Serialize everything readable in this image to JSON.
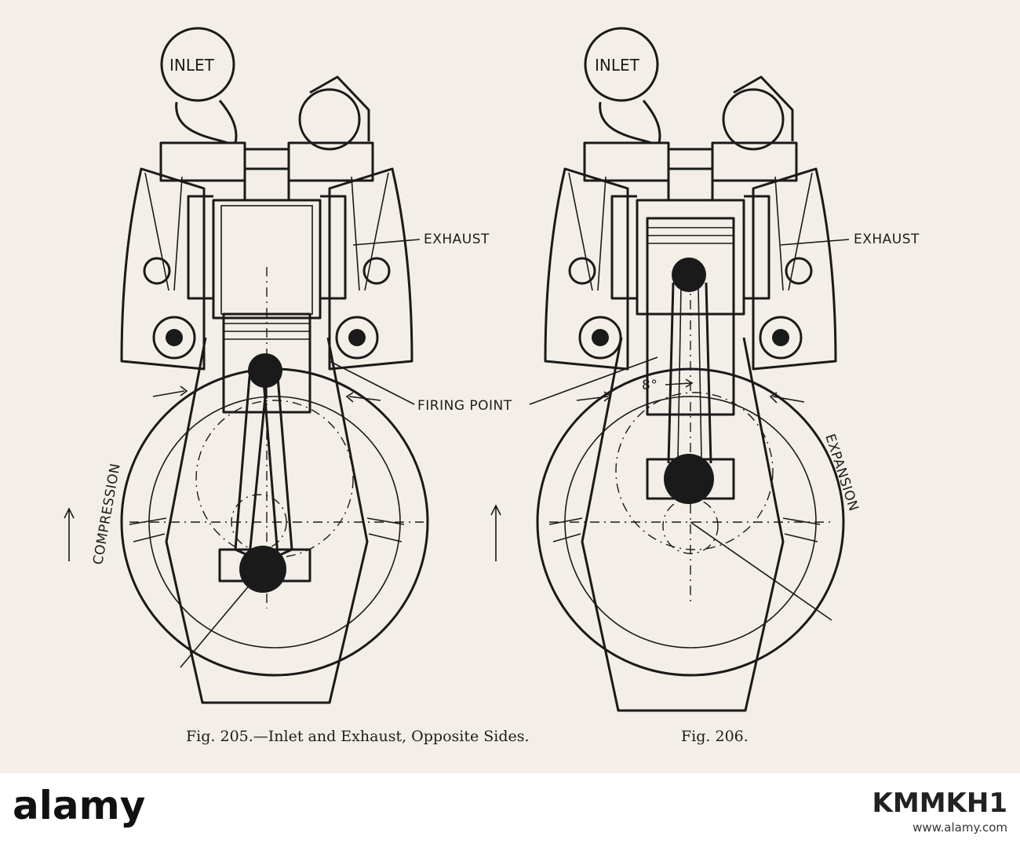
{
  "labels": {
    "inlet_left": "INLET",
    "inlet_right": "INLET",
    "exhaust_left": "EXHAUST",
    "exhaust_right": "EXHAUST",
    "firing_point": "FIRING POINT",
    "compression": "COMPRESSION",
    "expansion": "EXPANSION",
    "angle": "8°"
  },
  "captions": {
    "fig205": "Fig. 205.—Inlet and Exhaust, Opposite Sides.",
    "fig206": "Fig. 206."
  },
  "watermark": {
    "brand": "alamy",
    "stock_id": "KMMKH1",
    "site": "www.alamy.com"
  }
}
